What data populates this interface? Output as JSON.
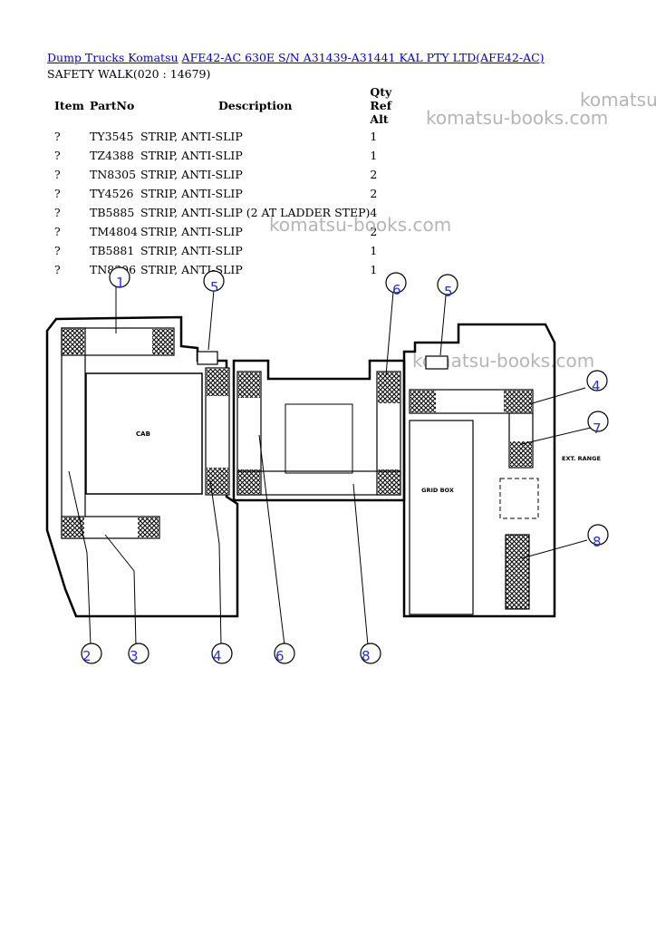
{
  "header": {
    "breadcrumb_1": "Dump Trucks Komatsu",
    "breadcrumb_2": "AFE42-AC 630E S/N A31439-A31441 KAL PTY LTD(AFE42-AC)",
    "subtitle": "SAFETY WALK(020 : 14679)"
  },
  "table": {
    "headers": [
      "Item",
      "PartNo",
      "Description",
      "Qty",
      "Ref",
      "Alt"
    ],
    "rows": [
      {
        "item": "?",
        "part": "TY3545",
        "desc": "STRIP, ANTI-SLIP",
        "qty": "1"
      },
      {
        "item": "?",
        "part": "TZ4388",
        "desc": "STRIP, ANTI-SLIP",
        "qty": "1"
      },
      {
        "item": "?",
        "part": "TN8305",
        "desc": "STRIP, ANTI-SLIP",
        "qty": "2"
      },
      {
        "item": "?",
        "part": "TY4526",
        "desc": "STRIP, ANTI-SLIP",
        "qty": "2"
      },
      {
        "item": "?",
        "part": "TB5885",
        "desc": "STRIP, ANTI-SLIP (2 AT LADDER STEP)",
        "qty": "4"
      },
      {
        "item": "?",
        "part": "TM4804",
        "desc": "STRIP, ANTI-SLIP",
        "qty": "2"
      },
      {
        "item": "?",
        "part": "TB5881",
        "desc": "STRIP, ANTI-SLIP",
        "qty": "1"
      },
      {
        "item": "?",
        "part": "TN8306",
        "desc": "STRIP, ANTI-SLIP",
        "qty": "1"
      }
    ]
  },
  "watermarks": {
    "w1": "komatsu",
    "w2": "komatsu-books.com",
    "w3": "komatsu-books.com",
    "w4": "komatsu-books.com"
  },
  "diagram": {
    "labels": {
      "cab": "CAB",
      "grid_box": "GRID BOX",
      "ext_range": "EXT. RANGE"
    },
    "callouts": {
      "top": [
        "1",
        "5",
        "6",
        "5"
      ],
      "right": [
        "4",
        "7",
        "8"
      ],
      "bottom": [
        "2",
        "3",
        "4",
        "6",
        "8"
      ]
    }
  },
  "colors": {
    "link": "#0000cc",
    "callout": "#2233cc",
    "watermark": "#b5b5b5"
  }
}
